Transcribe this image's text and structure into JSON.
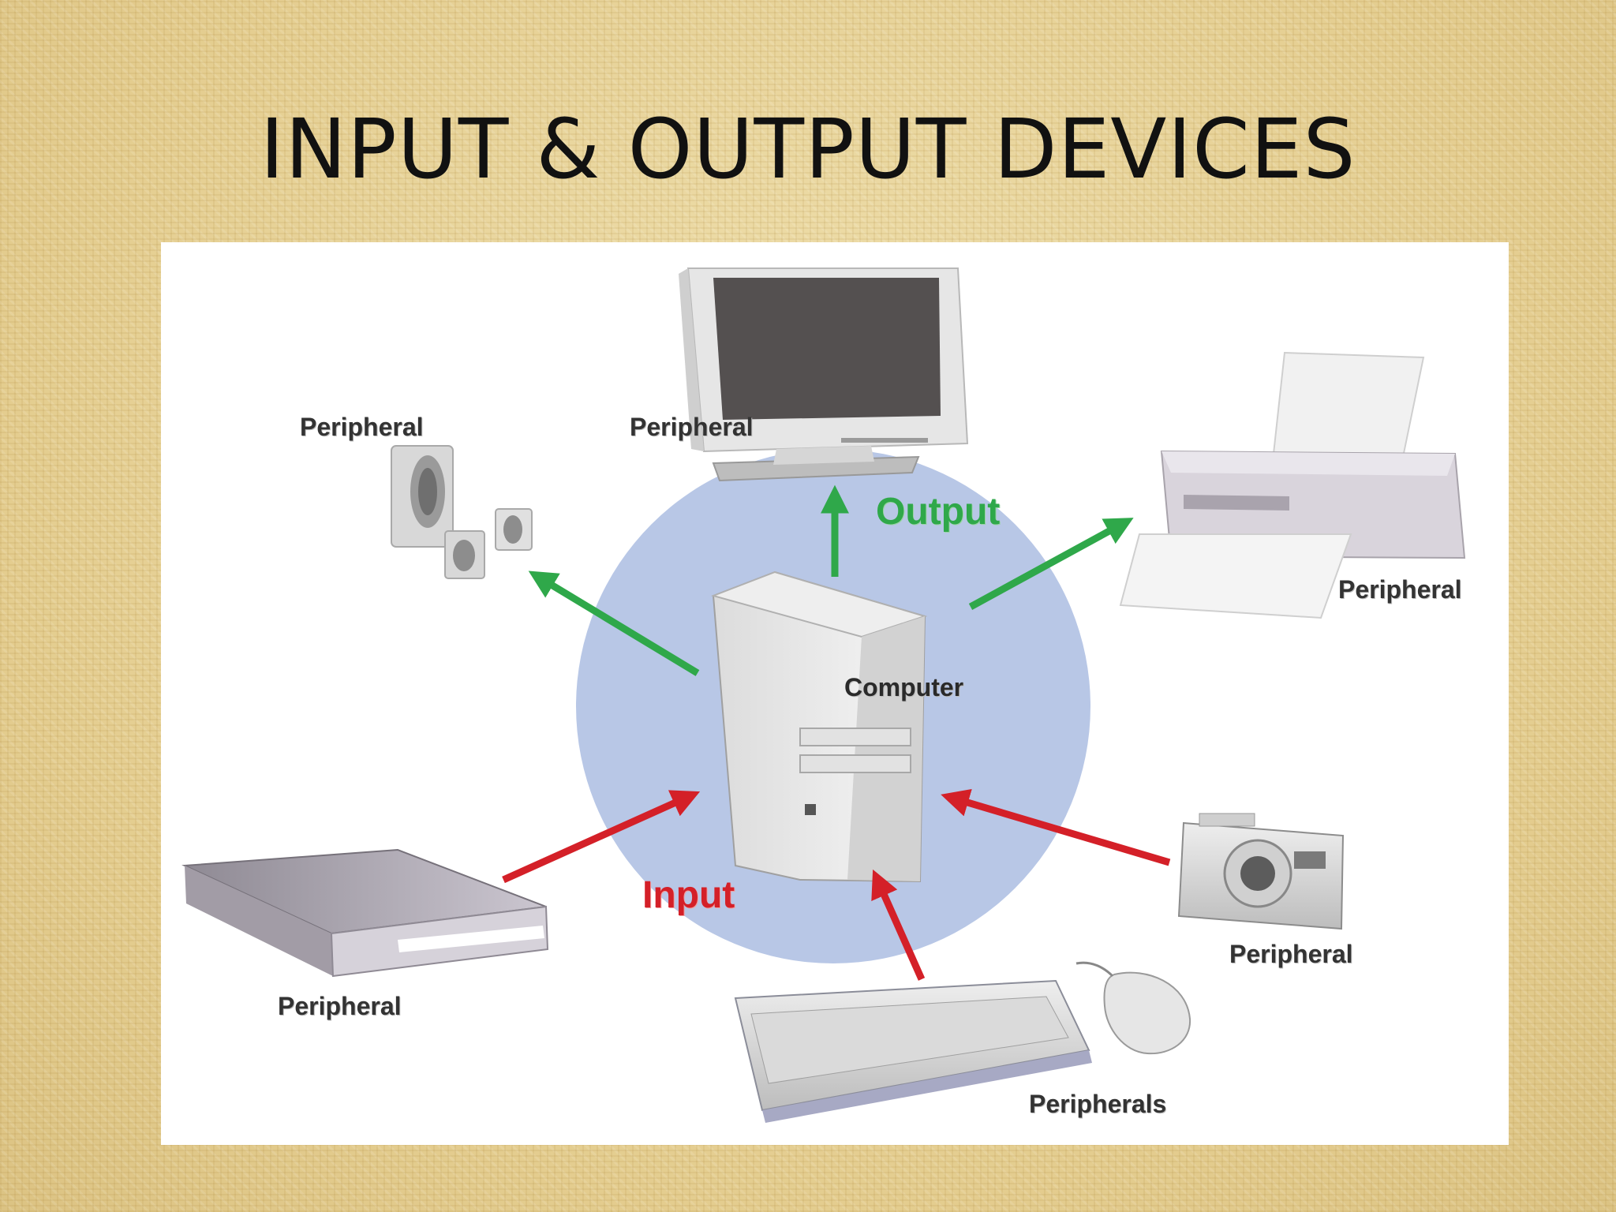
{
  "slide": {
    "title": "INPUT & OUTPUT DEVICES"
  },
  "diagram": {
    "center_label": "Computer",
    "output_label": "Output",
    "input_label": "Input",
    "peripherals": {
      "speakers": "Peripheral",
      "monitor": "Peripheral",
      "printer": "Peripheral",
      "scanner": "Peripheral",
      "keyboard_mouse": "Peripherals",
      "camera": "Peripheral"
    },
    "colors": {
      "output_arrow": "#2fa84a",
      "input_arrow": "#d42028",
      "hub_circle": "#b8c7e6"
    }
  }
}
